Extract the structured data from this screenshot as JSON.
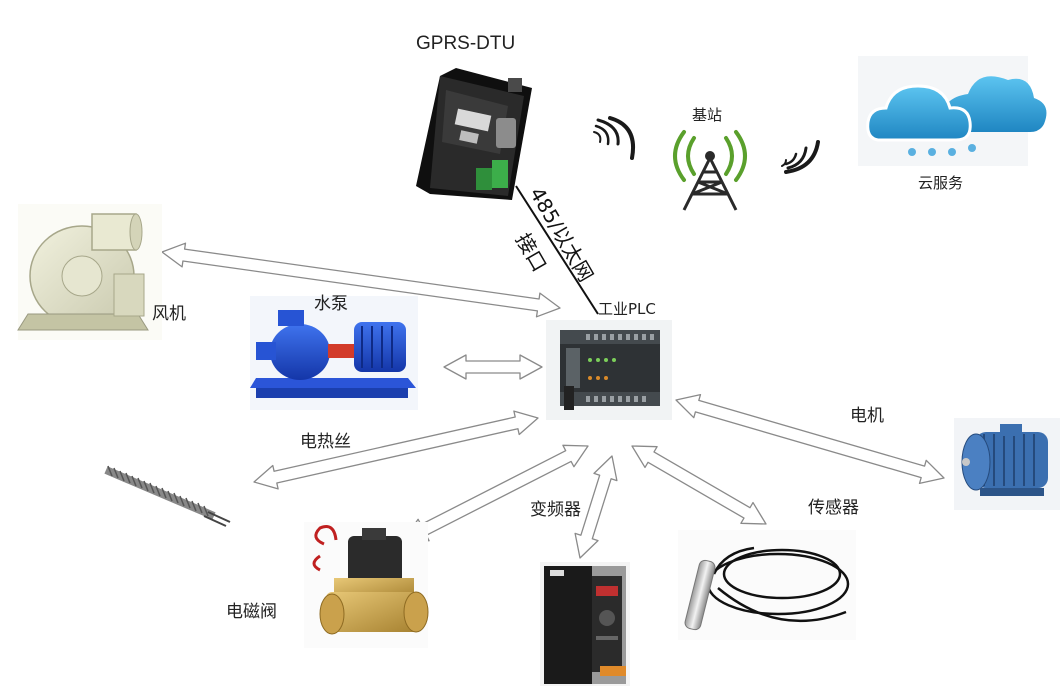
{
  "labels": {
    "gprs_dtu": "GPRS-DTU",
    "base_station": "基站",
    "cloud_service": "云服务",
    "fan": "风机",
    "water_pump": "水泵",
    "plc": "工业PLC",
    "heating_wire": "电热丝",
    "motor": "电机",
    "frequency_converter": "变频器",
    "sensor": "传感器",
    "solenoid_valve": "电磁阀",
    "interface_line1": "485/以太网",
    "interface_line2": "接口"
  },
  "colors": {
    "arrow_fill": "#ffffff",
    "arrow_stroke": "#8a8a8a",
    "cloud_blue": "#2b9fd6",
    "pump_blue": "#1d4fd1",
    "motor_blue": "#3b6fb0",
    "plc_body": "#2e3235",
    "dtu_body": "#1e1e1e",
    "brass": "#c9a24a"
  }
}
